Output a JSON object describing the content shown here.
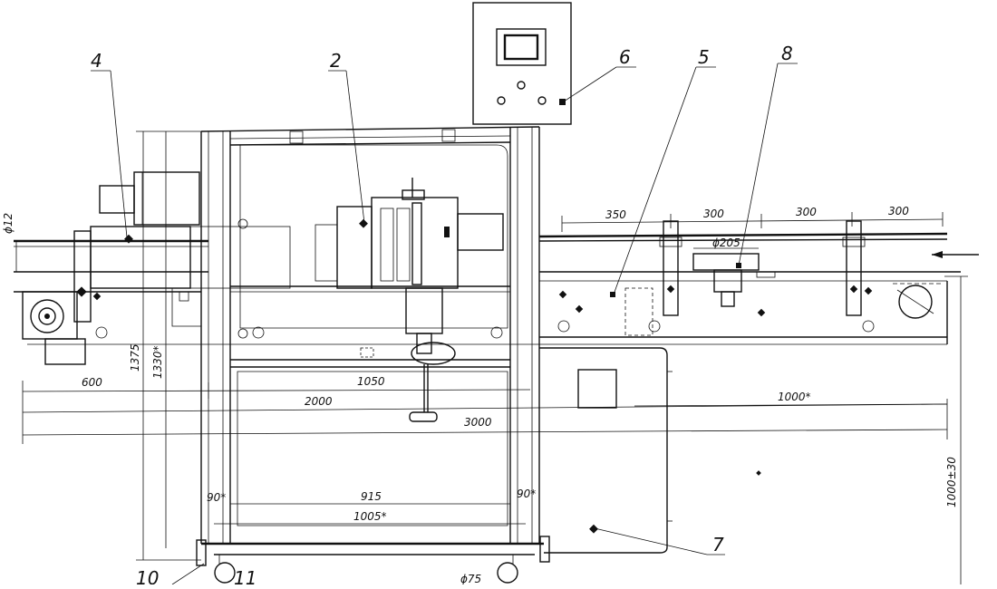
{
  "callouts": {
    "c2": "2",
    "c4": "4",
    "c5": "5",
    "c6": "6",
    "c7": "7",
    "c8": "8",
    "c10": "10",
    "c11": "11"
  },
  "dimensions": {
    "d350": "350",
    "d300a": "300",
    "d300b": "300",
    "d300c": "300",
    "d205": "ϕ205",
    "d12": "ϕ12",
    "d1375": "1375",
    "d1330": "1330*",
    "d600": "600",
    "d1050": "1050",
    "d2000": "2000",
    "d3000": "3000",
    "d1000": "1000*",
    "d915": "915",
    "d1005": "1005*",
    "d90l": "90*",
    "d90r": "90*",
    "d75": "ϕ75",
    "d1000h": "1000±30"
  }
}
